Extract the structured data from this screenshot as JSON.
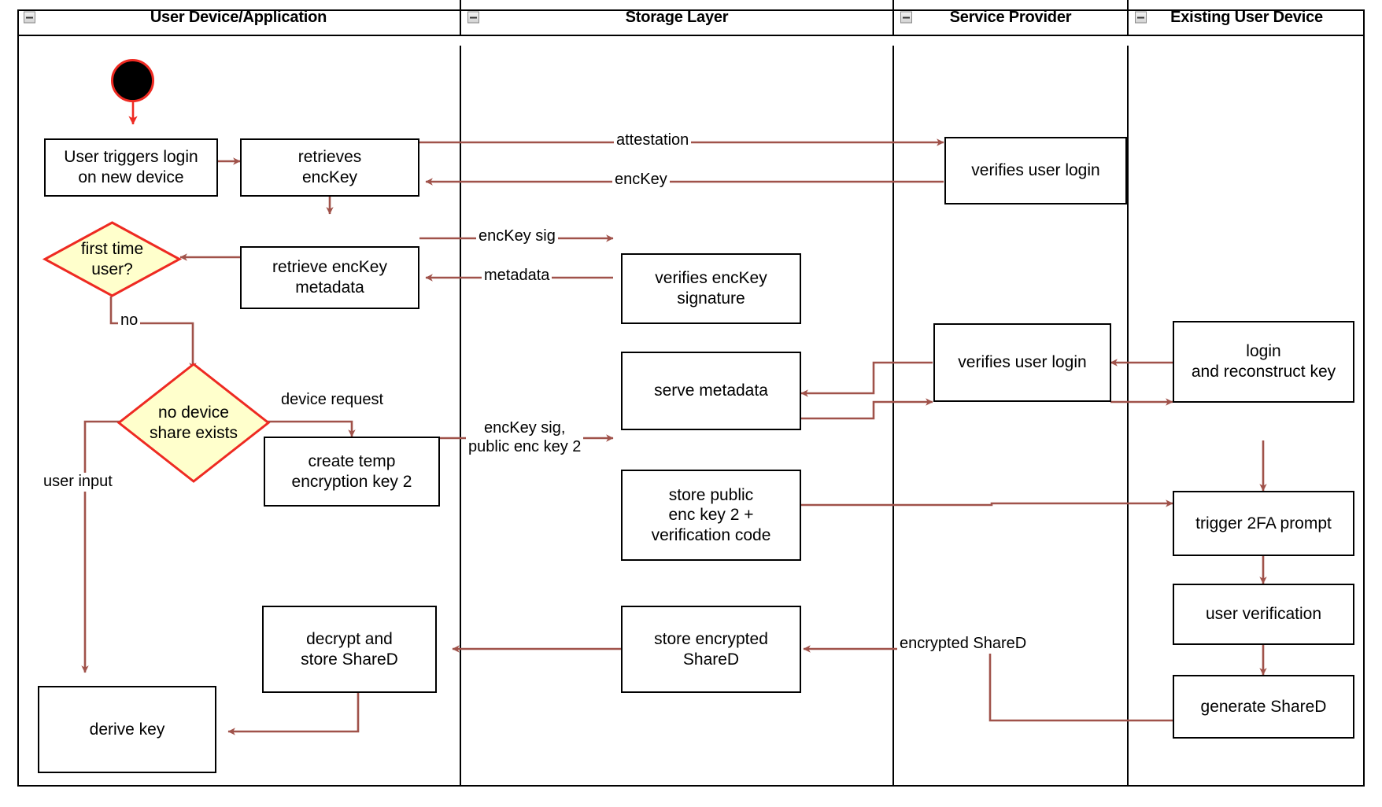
{
  "diagram": {
    "type": "uml-activity-swimlane",
    "colors": {
      "edge": "#a0524a",
      "start_border": "#ee2a22",
      "start_fill": "#000000",
      "decision_fill": "#ffffcc",
      "decision_border": "#ee2a22",
      "node_border": "#000000",
      "node_fill": "#ffffff",
      "lane_border": "#000000",
      "background": "#ffffff"
    },
    "lanes": [
      {
        "id": "lane-user-device",
        "title": "User Device/Application",
        "icon": "collapse-minus-icon"
      },
      {
        "id": "lane-storage",
        "title": "Storage Layer",
        "icon": "collapse-minus-icon"
      },
      {
        "id": "lane-service-provider",
        "title": "Service Provider",
        "icon": "collapse-minus-icon"
      },
      {
        "id": "lane-existing-device",
        "title": "Existing User Device",
        "icon": "collapse-minus-icon"
      }
    ],
    "start_node": {
      "name": "initial-node"
    },
    "nodes": [
      {
        "id": "n-user-triggers",
        "lane": "lane-user-device",
        "label": "User triggers login\non new device"
      },
      {
        "id": "n-retrieves-enckey",
        "lane": "lane-user-device",
        "label": "retrieves\nencKey"
      },
      {
        "id": "n-retrieve-metadata",
        "lane": "lane-user-device",
        "label": "retrieve encKey\nmetadata"
      },
      {
        "id": "n-create-temp-key",
        "lane": "lane-user-device",
        "label": "create temp\nencryption key 2"
      },
      {
        "id": "n-decrypt-store",
        "lane": "lane-user-device",
        "label": "decrypt and\nstore ShareD"
      },
      {
        "id": "n-derive-key",
        "lane": "lane-user-device",
        "label": "derive key"
      },
      {
        "id": "n-verifies-sig",
        "lane": "lane-storage",
        "label": "verifies encKey\nsignature"
      },
      {
        "id": "n-serve-metadata",
        "lane": "lane-storage",
        "label": "serve metadata"
      },
      {
        "id": "n-store-public",
        "lane": "lane-storage",
        "label": "store public\nenc key 2 +\nverification code"
      },
      {
        "id": "n-store-encrypted",
        "lane": "lane-storage",
        "label": "store encrypted\nShareD"
      },
      {
        "id": "n-verifies-login-1",
        "lane": "lane-service-provider",
        "label": "verifies user login"
      },
      {
        "id": "n-verifies-login-2",
        "lane": "lane-service-provider",
        "label": "verifies user login"
      },
      {
        "id": "n-login-reconstruct",
        "lane": "lane-existing-device",
        "label": "login\nand reconstruct key"
      },
      {
        "id": "n-trigger-2fa",
        "lane": "lane-existing-device",
        "label": "trigger 2FA prompt"
      },
      {
        "id": "n-user-verification",
        "lane": "lane-existing-device",
        "label": "user verification"
      },
      {
        "id": "n-generate-shared",
        "lane": "lane-existing-device",
        "label": "generate ShareD"
      }
    ],
    "decisions": [
      {
        "id": "d-first-time",
        "lane": "lane-user-device",
        "label": "first time\nuser?"
      },
      {
        "id": "d-no-device-share",
        "lane": "lane-user-device",
        "label": "no device\nshare exists"
      }
    ],
    "edge_labels": [
      {
        "id": "el-attestation",
        "text": "attestation"
      },
      {
        "id": "el-enckey",
        "text": "encKey"
      },
      {
        "id": "el-enckey-sig",
        "text": "encKey sig"
      },
      {
        "id": "el-metadata",
        "text": "metadata"
      },
      {
        "id": "el-no",
        "text": "no"
      },
      {
        "id": "el-device-request",
        "text": "device request"
      },
      {
        "id": "el-enckey-sig-pub",
        "text": "encKey sig,\npublic enc key 2"
      },
      {
        "id": "el-user-input",
        "text": "user input"
      },
      {
        "id": "el-encrypted-shared",
        "text": "encrypted ShareD"
      }
    ]
  }
}
